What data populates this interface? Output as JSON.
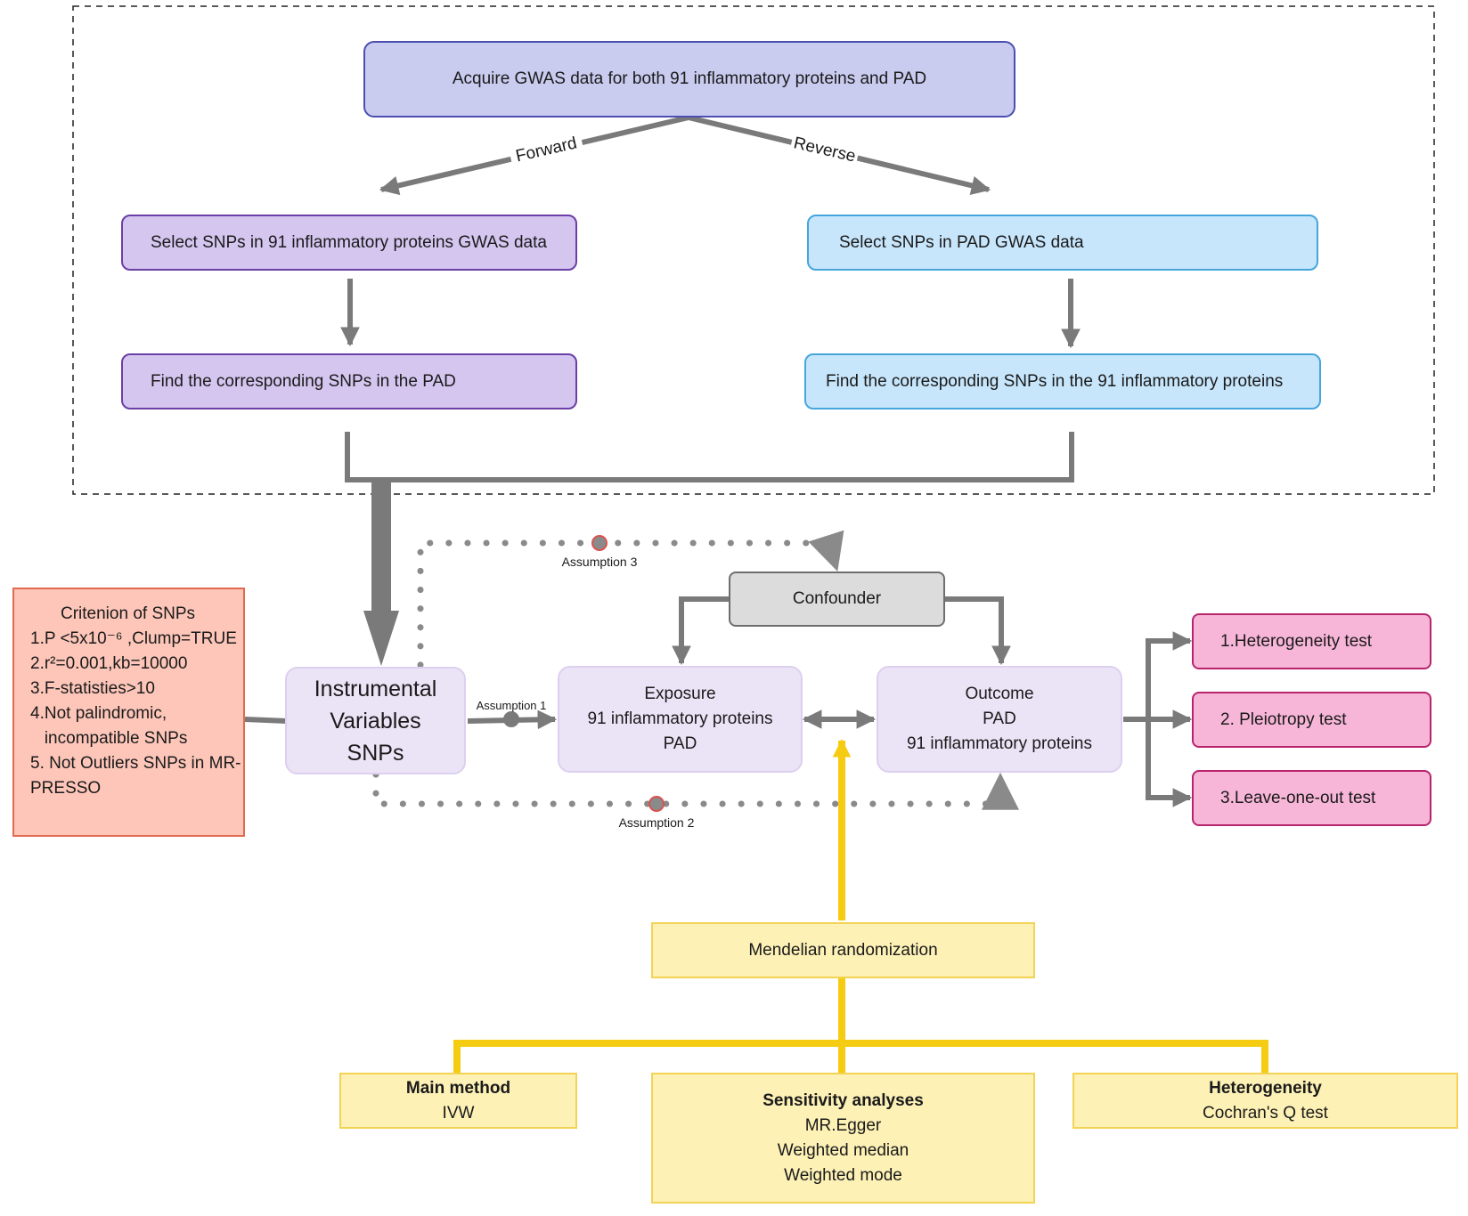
{
  "top": {
    "acquire": "Acquire GWAS data for both 91 inflammatory proteins  and PAD",
    "forward": "Forward",
    "reverse": "Reverse",
    "select_left": "Select SNPs in  91 inflammatory proteins GWAS data",
    "select_right": "Select SNPs in  PAD  GWAS data",
    "find_left": "Find the corresponding SNPs in the PAD",
    "find_right": "Find the corresponding SNPs in the 91 inflammatory proteins"
  },
  "criterion": {
    "title": "Critenion of  SNPs",
    "items": [
      "1.P <5x10⁻⁶ ,Clump=TRUE",
      "2.r²=0.001,kb=10000",
      "3.F-statisties>10",
      "4.Not palindromic,",
      "   incompatible SNPs",
      "5. Not Outliers SNPs in MR-",
      "PRESSO"
    ]
  },
  "iv": {
    "lines": [
      "Instrumental",
      "Variables",
      "SNPs"
    ]
  },
  "assumptions": {
    "a1": "Assumption 1",
    "a2": "Assumption 2",
    "a3": "Assumption 3"
  },
  "confounder": "Confounder",
  "exposure": {
    "lines": [
      "Exposure",
      "91 inflammatory proteins",
      "PAD"
    ]
  },
  "outcome": {
    "lines": [
      "Outcome",
      "PAD",
      "91 inflammatory proteins"
    ]
  },
  "tests": [
    "1.Heterogeneity test",
    "2. Pleiotropy test",
    "3.Leave-one-out test"
  ],
  "mr": "Mendelian randomization",
  "methods": {
    "main": {
      "title": "Main method",
      "items": [
        "IVW"
      ]
    },
    "sensitivity": {
      "title": "Sensitivity analyses",
      "items": [
        "MR.Egger",
        "Weighted median",
        "Weighted mode"
      ]
    },
    "heterogeneity": {
      "title": "Heterogeneity",
      "items": [
        "Cochran's Q test"
      ]
    }
  },
  "colors": {
    "arrow_grey": "#7a7a7a",
    "dot_grey": "#8a8a8a",
    "violation_red": "#d9534f",
    "mr_yellow": "#f5cc12"
  }
}
